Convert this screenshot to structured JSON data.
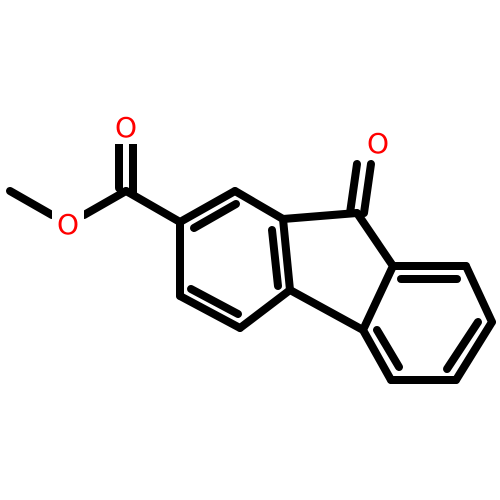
{
  "molecule": {
    "atoms": {
      "ester_carbonyl_oxygen": {
        "symbol": "O",
        "color": "#ff0000"
      },
      "ester_ether_oxygen": {
        "symbol": "O",
        "color": "#ff0000"
      },
      "ketone_oxygen": {
        "symbol": "O",
        "color": "#ff0000"
      }
    },
    "bond_color": "#000000",
    "background_color": "#ffffff"
  }
}
